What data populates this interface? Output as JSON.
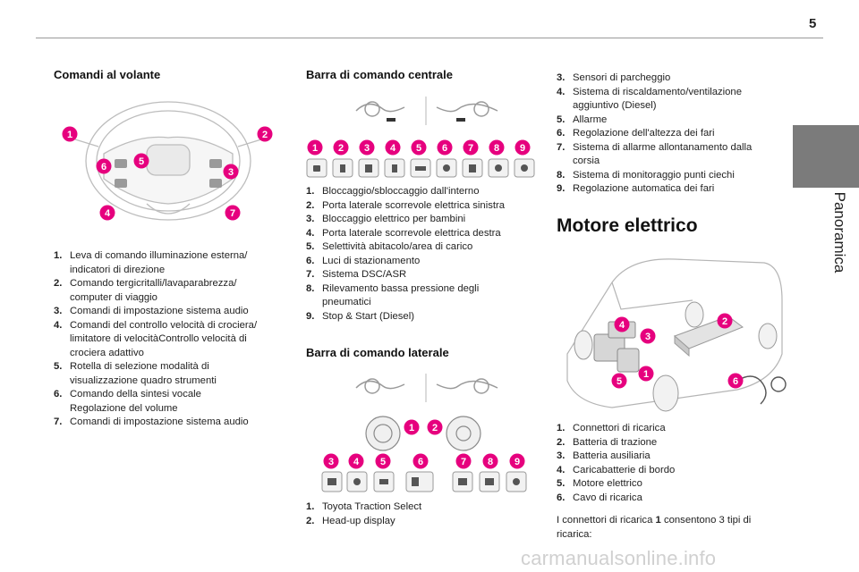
{
  "page": {
    "number": "5",
    "section_tab": "Panoramica",
    "watermark": "carmanualsonline.info"
  },
  "colors": {
    "accent": "#e6007e",
    "tab": "#7b7b7b"
  },
  "col1": {
    "heading": "Comandi al volante",
    "callouts": [
      "1",
      "2",
      "3",
      "4",
      "5",
      "6",
      "7"
    ],
    "items": [
      {
        "n": "1.",
        "lines": [
          "Leva di comando illuminazione esterna/",
          "indicatori di direzione"
        ]
      },
      {
        "n": "2.",
        "lines": [
          "Comando tergicritalli/lavaparabrezza/",
          "computer di viaggio"
        ]
      },
      {
        "n": "3.",
        "lines": [
          "Comandi di impostazione sistema audio"
        ]
      },
      {
        "n": "4.",
        "lines": [
          "Comandi del controllo velocità di crociera/",
          "limitatore di velocitàControllo velocità di",
          "crociera adattivo"
        ]
      },
      {
        "n": "5.",
        "lines": [
          "Rotella di selezione modalità di",
          "visualizzazione quadro strumenti"
        ]
      },
      {
        "n": "6.",
        "lines": [
          "Comando della sintesi vocale",
          "Regolazione del volume"
        ]
      },
      {
        "n": "7.",
        "lines": [
          "Comandi di impostazione sistema audio"
        ]
      }
    ]
  },
  "col2": {
    "heading1": "Barra di comando centrale",
    "callouts1": [
      "1",
      "2",
      "3",
      "4",
      "5",
      "6",
      "7",
      "8",
      "9"
    ],
    "items1": [
      {
        "n": "1.",
        "lines": [
          "Bloccaggio/sbloccaggio dall'interno"
        ]
      },
      {
        "n": "2.",
        "lines": [
          "Porta laterale scorrevole elettrica sinistra"
        ]
      },
      {
        "n": "3.",
        "lines": [
          "Bloccaggio elettrico per bambini"
        ]
      },
      {
        "n": "4.",
        "lines": [
          "Porta laterale scorrevole elettrica destra"
        ]
      },
      {
        "n": "5.",
        "lines": [
          "Selettività abitacolo/area di carico"
        ]
      },
      {
        "n": "6.",
        "lines": [
          "Luci di stazionamento"
        ]
      },
      {
        "n": "7.",
        "lines": [
          "Sistema DSC/ASR"
        ]
      },
      {
        "n": "8.",
        "lines": [
          "Rilevamento bassa pressione degli",
          "pneumatici"
        ]
      },
      {
        "n": "9.",
        "lines": [
          "Stop & Start (Diesel)"
        ]
      }
    ],
    "heading2": "Barra di comando laterale",
    "callouts2": [
      "1",
      "2",
      "3",
      "4",
      "5",
      "6",
      "7",
      "8",
      "9"
    ],
    "items2": [
      {
        "n": "1.",
        "lines": [
          "Toyota Traction Select"
        ]
      },
      {
        "n": "2.",
        "lines": [
          "Head-up display"
        ]
      }
    ]
  },
  "col3": {
    "items_cont": [
      {
        "n": "3.",
        "lines": [
          "Sensori di parcheggio"
        ]
      },
      {
        "n": "4.",
        "lines": [
          "Sistema di riscaldamento/ventilazione",
          "aggiuntivo (Diesel)"
        ]
      },
      {
        "n": "5.",
        "lines": [
          "Allarme"
        ]
      },
      {
        "n": "6.",
        "lines": [
          "Regolazione dell'altezza dei fari"
        ]
      },
      {
        "n": "7.",
        "lines": [
          "Sistema di allarme allontanamento dalla",
          "corsia"
        ]
      },
      {
        "n": "8.",
        "lines": [
          "Sistema di monitoraggio punti ciechi"
        ]
      },
      {
        "n": "9.",
        "lines": [
          "Regolazione automatica dei fari"
        ]
      }
    ],
    "heading": "Motore elettrico",
    "callouts": [
      "1",
      "2",
      "3",
      "4",
      "5",
      "6"
    ],
    "items": [
      {
        "n": "1.",
        "lines": [
          "Connettori di ricarica"
        ]
      },
      {
        "n": "2.",
        "lines": [
          "Batteria di trazione"
        ]
      },
      {
        "n": "3.",
        "lines": [
          "Batteria ausiliaria"
        ]
      },
      {
        "n": "4.",
        "lines": [
          "Caricabatterie di bordo"
        ]
      },
      {
        "n": "5.",
        "lines": [
          "Motore elettrico"
        ]
      },
      {
        "n": "6.",
        "lines": [
          "Cavo di ricarica"
        ]
      }
    ],
    "para": {
      "pre": "I connettori di ricarica ",
      "bold": "1",
      "post": " consentono 3 tipi di ricarica:"
    }
  }
}
